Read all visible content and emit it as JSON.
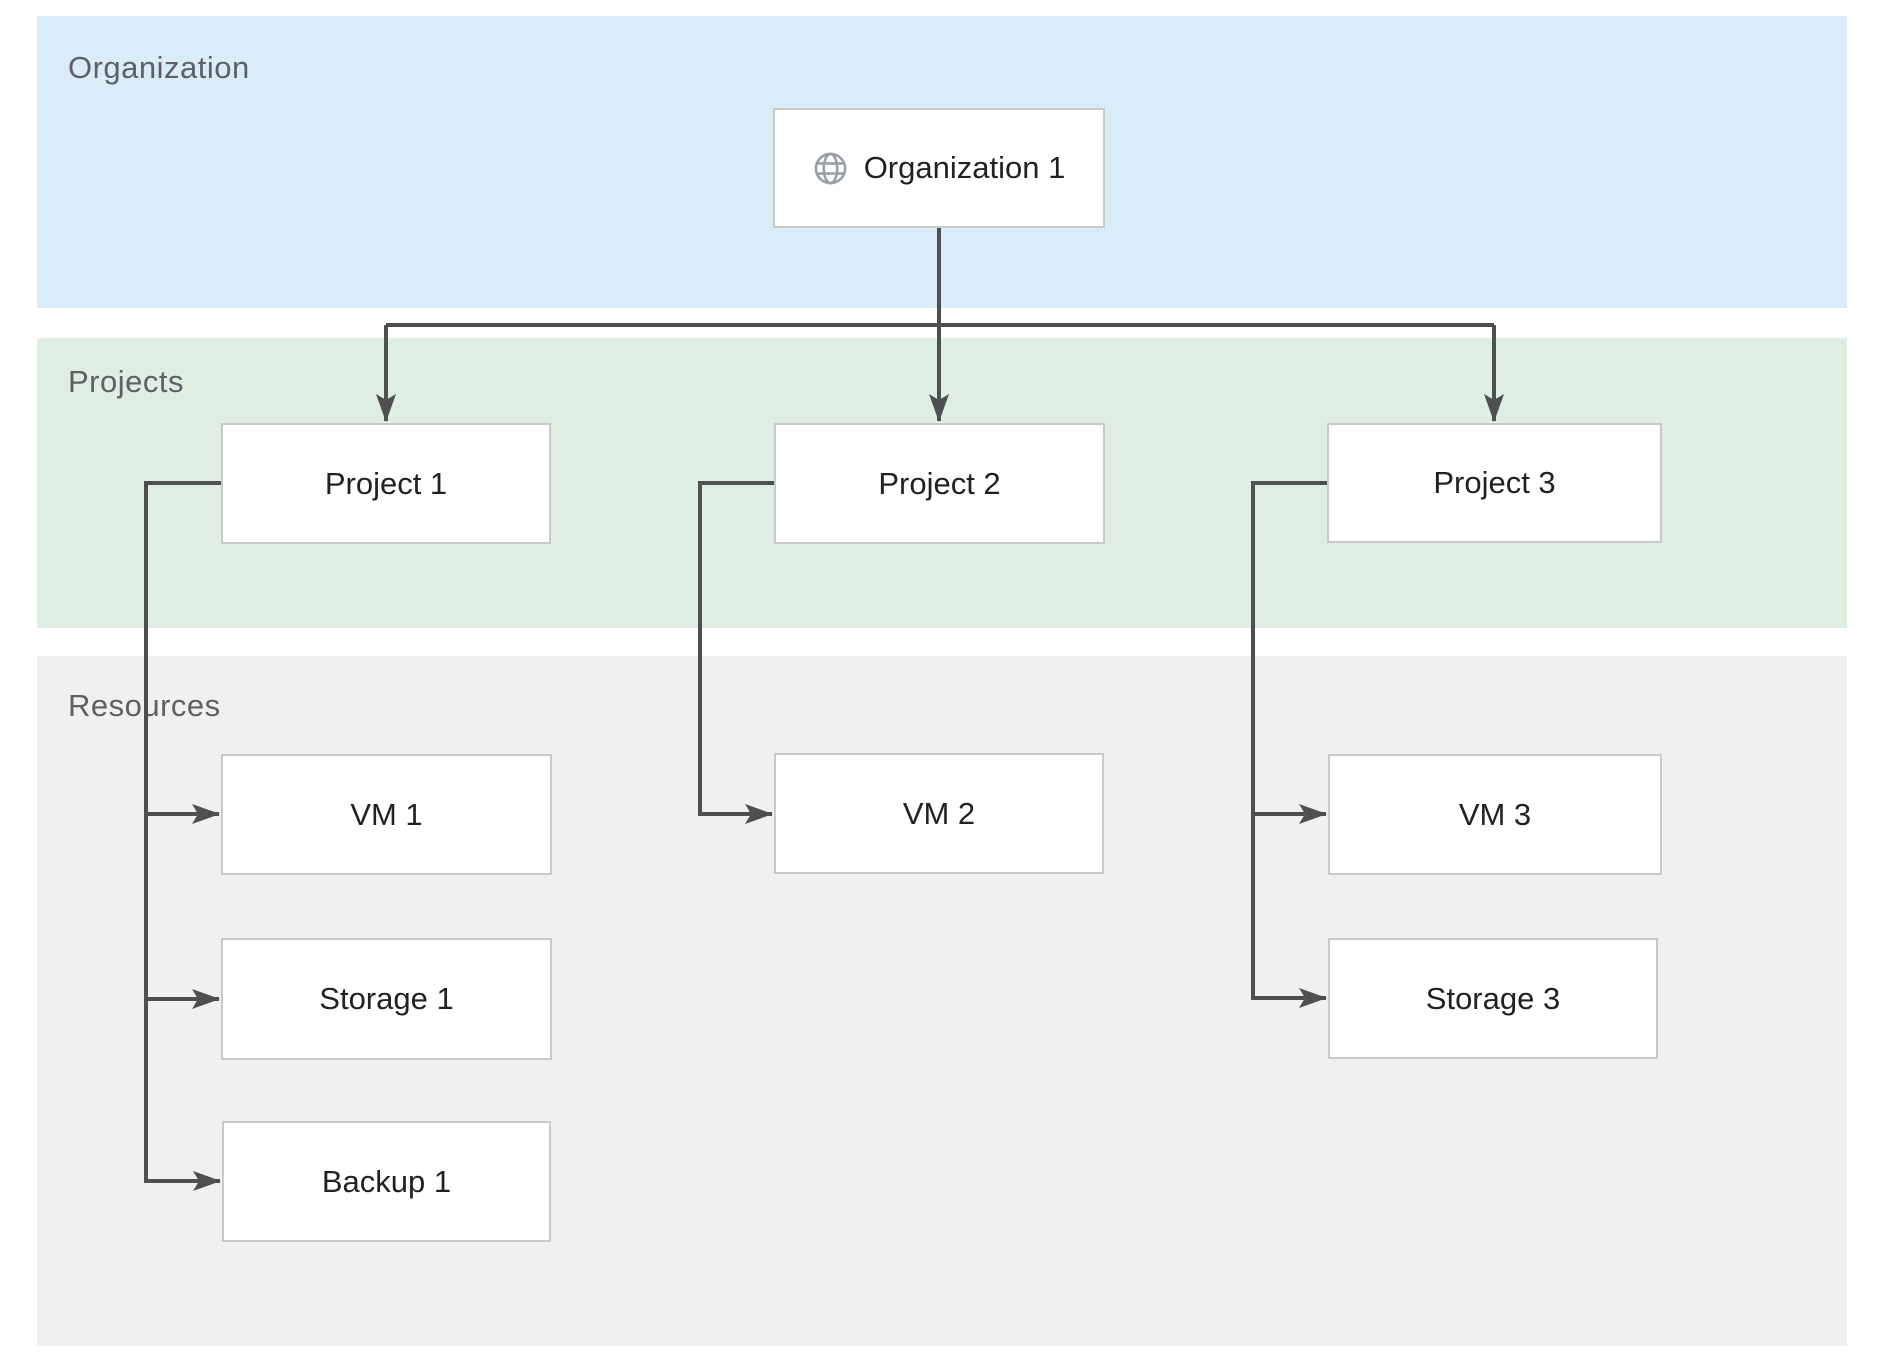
{
  "bands": {
    "organization": {
      "label": "Organization"
    },
    "projects": {
      "label": "Projects"
    },
    "resources": {
      "label": "Resources"
    }
  },
  "nodes": {
    "organization_1": {
      "label": "Organization 1",
      "icon": "globe-icon"
    },
    "project_1": {
      "label": "Project 1"
    },
    "project_2": {
      "label": "Project 2"
    },
    "project_3": {
      "label": "Project 3"
    },
    "vm_1": {
      "label": "VM 1"
    },
    "storage_1": {
      "label": "Storage 1"
    },
    "backup_1": {
      "label": "Backup 1"
    },
    "vm_2": {
      "label": "VM 2"
    },
    "vm_3": {
      "label": "VM 3"
    },
    "storage_3": {
      "label": "Storage 3"
    }
  },
  "edges": [
    {
      "from": "Organization 1",
      "to": "Project 1"
    },
    {
      "from": "Organization 1",
      "to": "Project 2"
    },
    {
      "from": "Organization 1",
      "to": "Project 3"
    },
    {
      "from": "Project 1",
      "to": "VM 1"
    },
    {
      "from": "Project 1",
      "to": "Storage 1"
    },
    {
      "from": "Project 1",
      "to": "Backup 1"
    },
    {
      "from": "Project 2",
      "to": "VM 2"
    },
    {
      "from": "Project 3",
      "to": "VM 3"
    },
    {
      "from": "Project 3",
      "to": "Storage 3"
    }
  ],
  "colors": {
    "band_organization": "#d9ecf7",
    "band_projects": "#dfeee3",
    "band_resources": "#f0f0ee",
    "connector": "#4d4f50",
    "node_border": "#c9c9c9",
    "node_bg": "#ffffff",
    "band_label": "#5d6165",
    "node_text": "#1f2124",
    "icon": "#9aa0a6"
  }
}
